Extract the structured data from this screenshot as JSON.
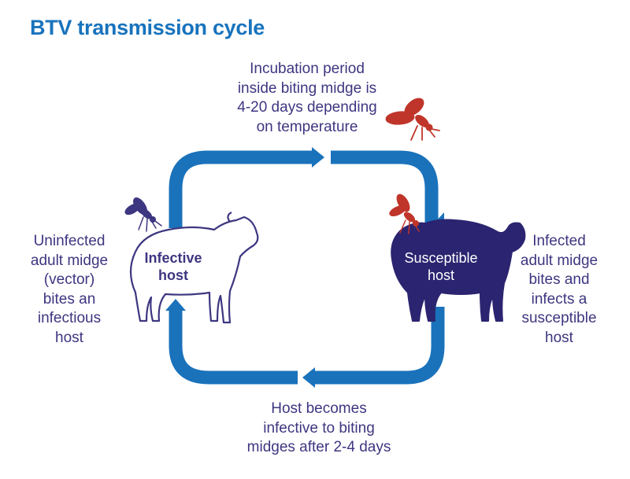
{
  "title": "BTV transmission cycle",
  "labels": {
    "top": "Incubation period\ninside biting midge is\n4-20 days depending\non temperature",
    "bottom": "Host becomes\ninfective to biting\nmidges after 2-4 days",
    "left": "Uninfected\nadult midge\n(vector)\nbites an\ninfectious\nhost",
    "right": "Infected\nadult midge\nbites and\ninfects a\nsusceptible\nhost"
  },
  "hosts": {
    "infective": "Infective\nhost",
    "susceptible": "Susceptible\nhost"
  },
  "colors": {
    "title": "#1873bd",
    "arrow": "#1a72bb",
    "text": "#3d3680",
    "sheep_fill": "#2b2470",
    "sheep_outline": "#3d3680",
    "infected_midge": "#c0352a",
    "uninfected_midge": "#3d3680"
  }
}
